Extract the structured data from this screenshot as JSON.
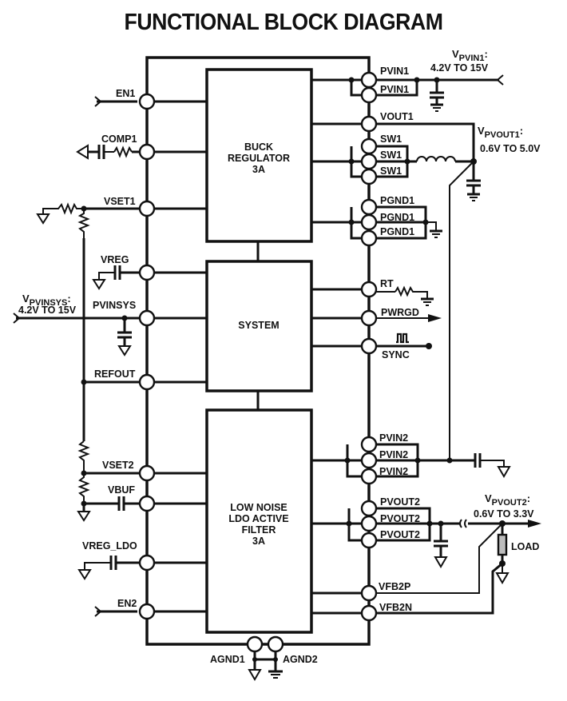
{
  "title": "FUNCTIONAL BLOCK DIAGRAM",
  "blocks": {
    "buck": [
      "BUCK",
      "REGULATOR",
      "3A"
    ],
    "system": [
      "SYSTEM"
    ],
    "ldo": [
      "LOW NOISE",
      "LDO ACTIVE",
      "FILTER",
      "3A"
    ]
  },
  "left_pins": {
    "en1": "EN1",
    "comp1": "COMP1",
    "vset1": "VSET1",
    "vreg": "VREG",
    "pvinsys": "PVINSYS",
    "refout": "REFOUT",
    "vset2": "VSET2",
    "vbuf": "VBUF",
    "vreg_ldo": "VREG_LDO",
    "en2": "EN2"
  },
  "right_pins": {
    "pvin1": [
      "PVIN1",
      "PVIN1"
    ],
    "vout1": "VOUT1",
    "sw1": [
      "SW1",
      "SW1",
      "SW1"
    ],
    "pgnd1": [
      "PGND1",
      "PGND1",
      "PGND1"
    ],
    "rt": "RT",
    "pwrgd": "PWRGD",
    "sync": "SYNC",
    "pvin2": [
      "PVIN2",
      "PVIN2",
      "PVIN2"
    ],
    "pvout2": [
      "PVOUT2",
      "PVOUT2",
      "PVOUT2"
    ],
    "vfb2p": "VFB2P",
    "vfb2n": "VFB2N"
  },
  "bottom_pins": {
    "agnd1": "AGND1",
    "agnd2": "AGND2"
  },
  "rails": {
    "pvin1": {
      "v": "V",
      "sub": "PVIN1",
      "suffix": ":",
      "range": "4.2V TO 15V"
    },
    "pvout1": {
      "v": "V",
      "sub": "PVOUT1",
      "suffix": ":",
      "range": "0.6V TO 5.0V"
    },
    "pvinsys": {
      "v": "V",
      "sub": "PVINSYS",
      "suffix": ":",
      "range": "4.2V TO 15V"
    },
    "pvout2": {
      "v": "V",
      "sub": "PVOUT2",
      "suffix": ":",
      "range": "0.6V TO 3.3V"
    }
  },
  "load_label": "LOAD",
  "colors": {
    "ink": "#111111",
    "load_fill": "#bdbdbd",
    "background": "#ffffff"
  }
}
